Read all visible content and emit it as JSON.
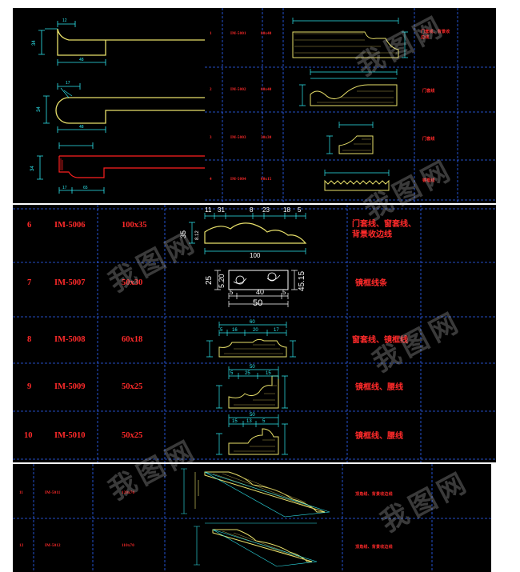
{
  "top_left": {
    "dims": {
      "a_top": "12",
      "a_side": "34",
      "a_bottom": "48",
      "b_top": "17",
      "b_side": "34",
      "b_bottom": "48",
      "c_side": "34",
      "c_bottom_1": "17",
      "c_bottom_2": "65"
    }
  },
  "top_right": {
    "rows": [
      {
        "no": "1",
        "code": "IM-5001",
        "size": "80x40",
        "name": "门套线、背景收边线"
      },
      {
        "no": "2",
        "code": "IM-5002",
        "size": "60x40",
        "name": "门套线"
      },
      {
        "no": "3",
        "code": "IM-5003",
        "size": "30x30",
        "name": "门套线"
      },
      {
        "no": "4",
        "code": "IM-5004",
        "size": "60x15",
        "name": "镜框线"
      }
    ]
  },
  "middle": {
    "rows": [
      {
        "no": "6",
        "code": "IM-5006",
        "size": "100x35",
        "name": "门套线、窗套线、背景收边线",
        "dims": {
          "top_1": "11",
          "top_2": "31",
          "top_3": "8",
          "top_4": "23",
          "top_5": "18",
          "top_6": "5",
          "left_1": "35",
          "left_2": "8.12",
          "bottom": "100"
        }
      },
      {
        "no": "7",
        "code": "IM-5007",
        "size": "50x30",
        "name": "镜框线条",
        "dims": {
          "left_1": "25",
          "left_2": "5.20",
          "right": "45.15",
          "bottom_1": "5",
          "bottom_2": "40",
          "bottom_3": "5",
          "bottom_total": "50"
        }
      },
      {
        "no": "8",
        "code": "IM-5008",
        "size": "60x18",
        "name": "窗套线、镜框线",
        "dims": {
          "top_1": "5",
          "top_2": "16",
          "top_3": "20",
          "top_4": "17",
          "total": "60"
        }
      },
      {
        "no": "9",
        "code": "IM-5009",
        "size": "50x25",
        "name": "镜框线、腰线",
        "dims": {
          "top_1": "5",
          "top_2": "25",
          "top_3": "15",
          "total": "50"
        }
      },
      {
        "no": "10",
        "code": "IM-5010",
        "size": "50x25",
        "name": "镜框线、腰线",
        "dims": {
          "top_1": "15",
          "top_2": "13",
          "top_3": "5",
          "total": "50"
        }
      }
    ]
  },
  "bottom": {
    "rows": [
      {
        "no": "11",
        "code": "IM-5011",
        "size": "120x70",
        "name": "顶角线、背景收边线"
      },
      {
        "no": "12",
        "code": "IM-5012",
        "size": "110x70",
        "name": "顶角线、背景收边线"
      }
    ]
  },
  "watermark": "我图网",
  "colors": {
    "background": "#000000",
    "profile": "#e8e06a",
    "dimension": "#2ee8f0",
    "text": "#ff2a2a",
    "grid": "#2f66ff"
  }
}
